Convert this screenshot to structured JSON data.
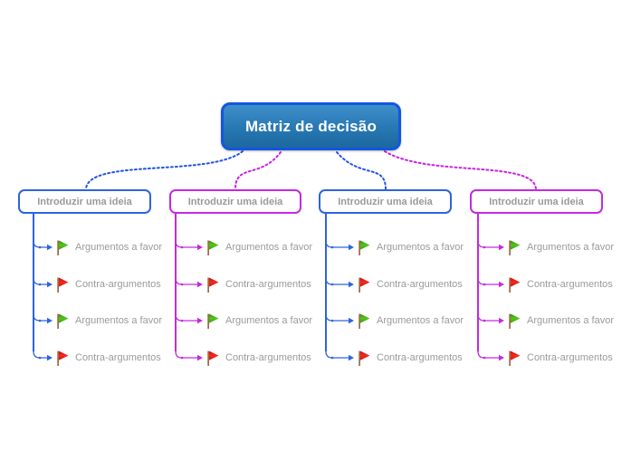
{
  "root": {
    "label": "Matriz de decisão"
  },
  "ideas": [
    {
      "label": "Introduzir uma ideia",
      "theme_color": "#2e63e2",
      "rows": [
        {
          "label": "Argumentos a favor",
          "flag": "green-flag"
        },
        {
          "label": "Contra-argumentos",
          "flag": "red-flag"
        },
        {
          "label": "Argumentos a favor",
          "flag": "green-flag"
        },
        {
          "label": "Contra-argumentos",
          "flag": "red-flag"
        }
      ]
    },
    {
      "label": "Introduzir uma ideia",
      "theme_color": "#c32ae0",
      "rows": [
        {
          "label": "Argumentos a favor",
          "flag": "green-flag"
        },
        {
          "label": "Contra-argumentos",
          "flag": "red-flag"
        },
        {
          "label": "Argumentos a favor",
          "flag": "green-flag"
        },
        {
          "label": "Contra-argumentos",
          "flag": "red-flag"
        }
      ]
    },
    {
      "label": "Introduzir uma ideia",
      "theme_color": "#2e63e2",
      "rows": [
        {
          "label": "Argumentos a favor",
          "flag": "green-flag"
        },
        {
          "label": "Contra-argumentos",
          "flag": "red-flag"
        },
        {
          "label": "Argumentos a favor",
          "flag": "green-flag"
        },
        {
          "label": "Contra-argumentos",
          "flag": "red-flag"
        }
      ]
    },
    {
      "label": "Introduzir uma ideia",
      "theme_color": "#c32ae0",
      "rows": [
        {
          "label": "Argumentos a favor",
          "flag": "green-flag"
        },
        {
          "label": "Contra-argumentos",
          "flag": "red-flag"
        },
        {
          "label": "Argumentos a favor",
          "flag": "green-flag"
        },
        {
          "label": "Contra-argumentos",
          "flag": "red-flag"
        }
      ]
    }
  ],
  "colors": {
    "branch_blue": "#2e63e2",
    "branch_magenta": "#c32ae0",
    "root_border": "#1256e0",
    "root_fill_top": "#3d8fca",
    "root_fill_bottom": "#1c689f",
    "flag_green": "#3fae0e",
    "flag_red": "#e51414",
    "flag_pole": "#9a6a4e",
    "text_gray": "#999999",
    "background": "#ffffff"
  }
}
